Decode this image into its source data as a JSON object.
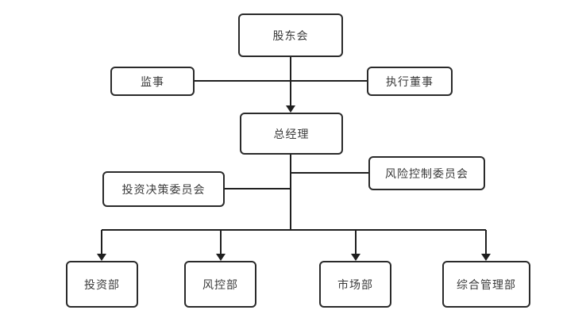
{
  "diagram": {
    "type": "org-chart"
  },
  "nodes": {
    "shareholders": {
      "label": "股东会"
    },
    "supervisor": {
      "label": "监事"
    },
    "executive_director": {
      "label": "执行董事"
    },
    "general_manager": {
      "label": "总经理"
    },
    "investment_decision_committee": {
      "label": "投资决策委员会"
    },
    "risk_control_committee": {
      "label": "风险控制委员会"
    },
    "investment_dept": {
      "label": "投资部"
    },
    "risk_control_dept": {
      "label": "风控部"
    },
    "marketing_dept": {
      "label": "市场部"
    },
    "general_management_dept": {
      "label": "综合管理部"
    }
  },
  "edges": [
    {
      "from": "shareholders",
      "to": "general_manager",
      "arrow": true
    },
    {
      "from": "shareholders",
      "to": "supervisor",
      "arrow": false
    },
    {
      "from": "shareholders",
      "to": "executive_director",
      "arrow": false
    },
    {
      "from": "general_manager",
      "to": "investment_decision_committee",
      "arrow": false
    },
    {
      "from": "general_manager",
      "to": "risk_control_committee",
      "arrow": false
    },
    {
      "from": "general_manager",
      "to": "investment_dept",
      "arrow": true
    },
    {
      "from": "general_manager",
      "to": "risk_control_dept",
      "arrow": true
    },
    {
      "from": "general_manager",
      "to": "marketing_dept",
      "arrow": true
    },
    {
      "from": "general_manager",
      "to": "general_management_dept",
      "arrow": true
    }
  ],
  "colors": {
    "background": "#ffffff",
    "line": "#1f1f1f",
    "box_border": "#2a2a2a",
    "box_fill": "#ffffff",
    "text": "#3a3a3a"
  }
}
